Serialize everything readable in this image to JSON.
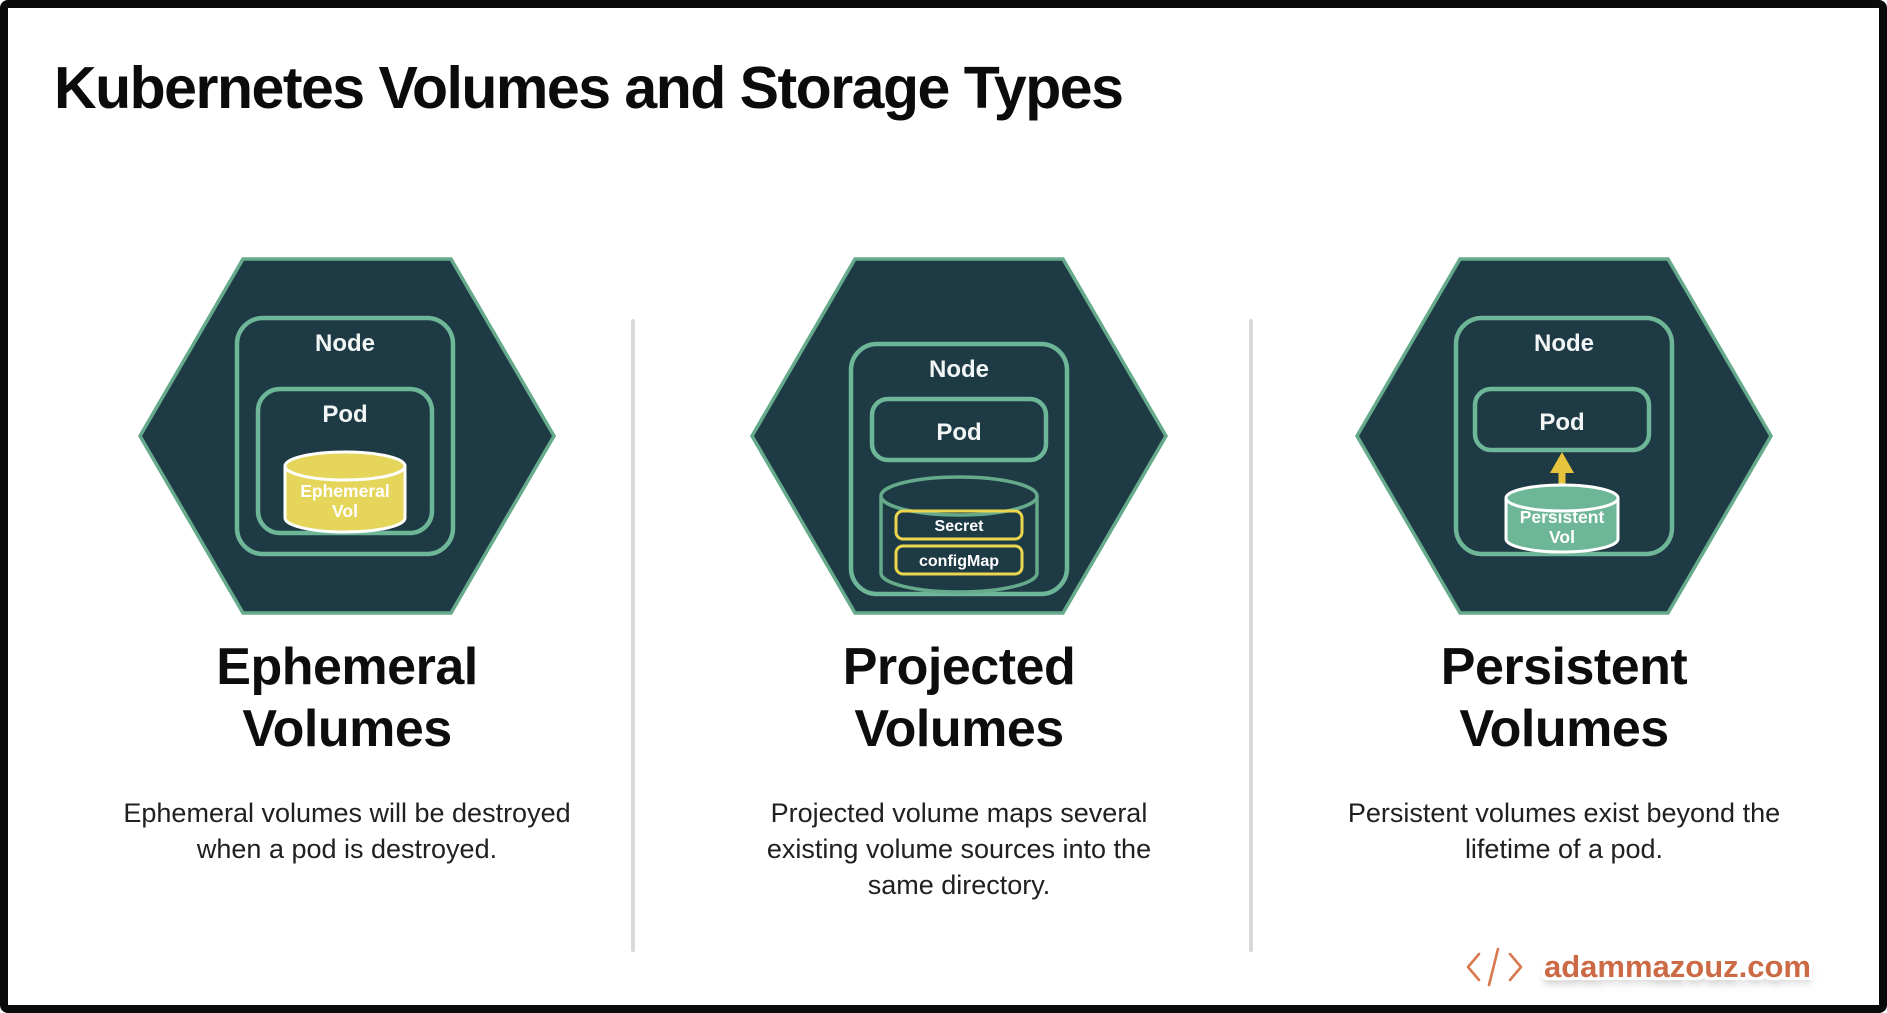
{
  "page": {
    "title": "Kubernetes Volumes and Storage Types"
  },
  "columns": [
    {
      "id": "ephemeral",
      "heading_line1": "Ephemeral",
      "heading_line2": "Volumes",
      "description": "Ephemeral volumes will be destroyed when a pod is destroyed.",
      "node_label": "Node",
      "pod_label": "Pod",
      "cylinder_line1": "Ephemeral",
      "cylinder_line2": "Vol"
    },
    {
      "id": "projected",
      "heading_line1": "Projected",
      "heading_line2": "Volumes",
      "description": "Projected volume maps several existing volume sources into the same directory.",
      "node_label": "Node",
      "pod_label": "Pod",
      "secret_label": "Secret",
      "configmap_label": "configMap"
    },
    {
      "id": "persistent",
      "heading_line1": "Persistent",
      "heading_line2": "Volumes",
      "description": "Persistent volumes exist beyond the lifetime of a pod.",
      "node_label": "Node",
      "pod_label": "Pod",
      "cylinder_line1": "Persistent",
      "cylinder_line2": "Vol"
    }
  ],
  "footer": {
    "code_icon": "</>",
    "brand": "adammazouz.com"
  },
  "colors": {
    "hexagon_fill": "#1e3a45",
    "hexagon_border": "#66aa8c",
    "inner_border": "#6db697",
    "yellow_cylinder": "#e5d65b",
    "yellow_chip_border": "#ecd64e",
    "green_cylinder": "#6db697",
    "arrow_yellow": "#e6c43e",
    "brand_orange": "#cc6a45",
    "divider_gray": "#d9d9d9"
  }
}
